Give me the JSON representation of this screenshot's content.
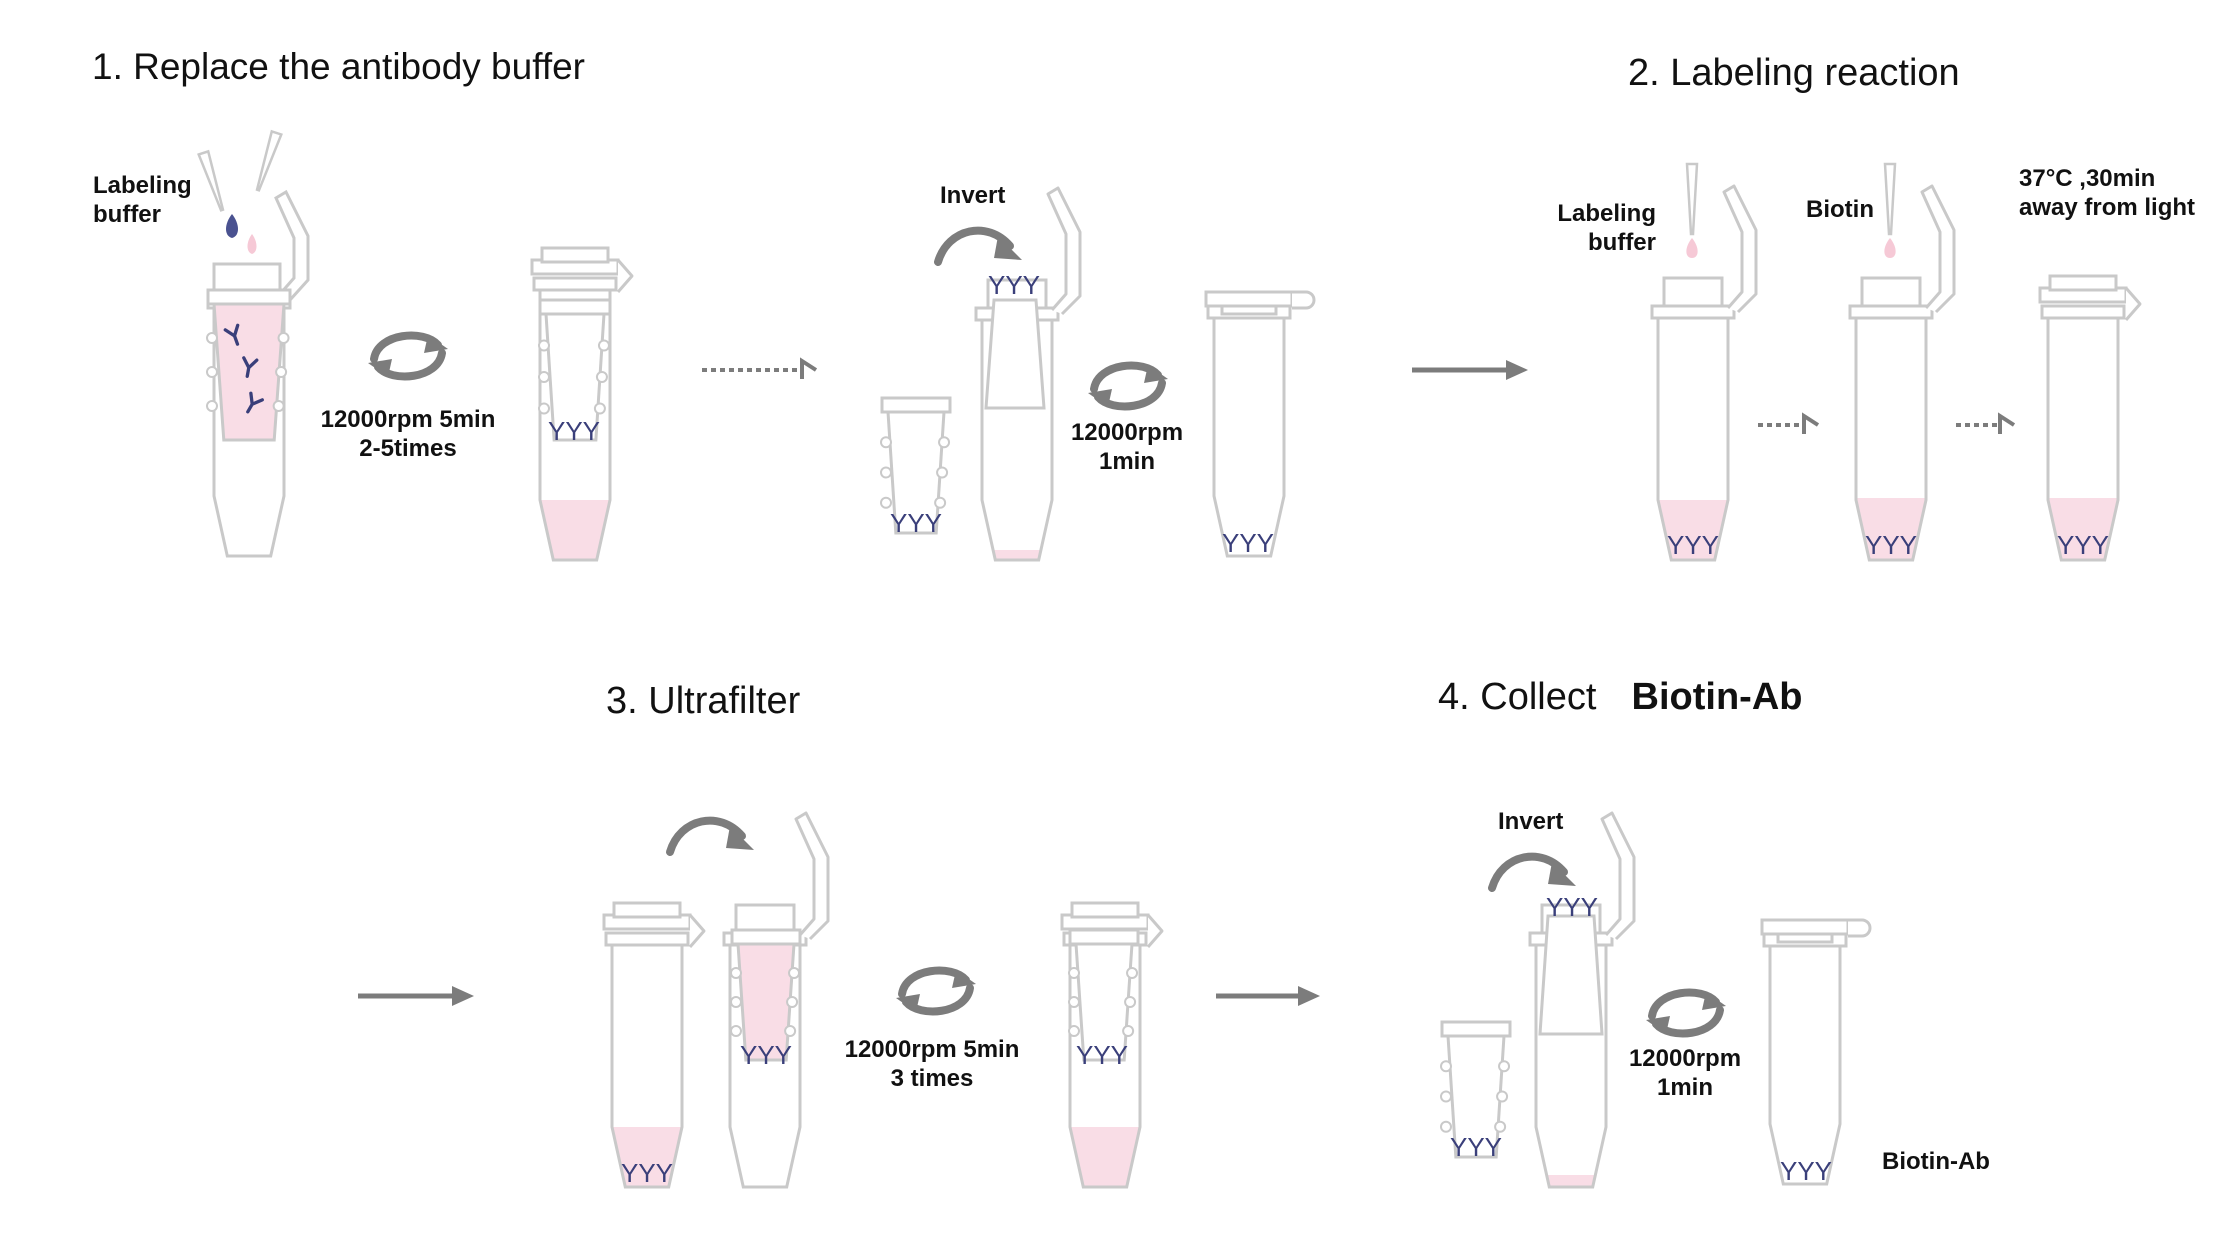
{
  "steps": {
    "step1": {
      "title": "1. Replace the antibody buffer"
    },
    "step2": {
      "title": "2. Labeling reaction"
    },
    "step3": {
      "title": "3. Ultrafilter"
    },
    "step4": {
      "title_prefix": "4. Collect",
      "title_product": "Biotin-Ab"
    }
  },
  "labels": {
    "labeling_buffer_1_line1": "Labeling",
    "labeling_buffer_1_line2": "buffer",
    "spin_1_line1": "12000rpm  5min",
    "spin_1_line2": "2-5times",
    "invert_1": "Invert",
    "spin_2_line1": "12000rpm",
    "spin_2_line2": "1min",
    "labeling_buffer_2_line1": "Labeling",
    "labeling_buffer_2_line2": "buffer",
    "biotin": "Biotin",
    "incubation_line1": "37°C ,30min",
    "incubation_line2": "away from light",
    "spin_3_line1": "12000rpm  5min",
    "spin_3_line2": "3 times",
    "invert_2": "Invert",
    "spin_4_line1": "12000rpm",
    "spin_4_line2": "1min",
    "product": "Biotin-Ab"
  },
  "colors": {
    "tube_outline": "#c9c9c9",
    "liquid_pink": "#f9dde6",
    "antibody_navy": "#3a3f7a",
    "arrow_gray": "#7c7c7c",
    "drop_navy": "#4a5290",
    "drop_pink": "#f6c9d6"
  },
  "icons": [
    "antibody-icon",
    "centrifuge-rotation-icon",
    "invert-arrow-icon",
    "pipette-tip-icon",
    "droplet-icon"
  ]
}
